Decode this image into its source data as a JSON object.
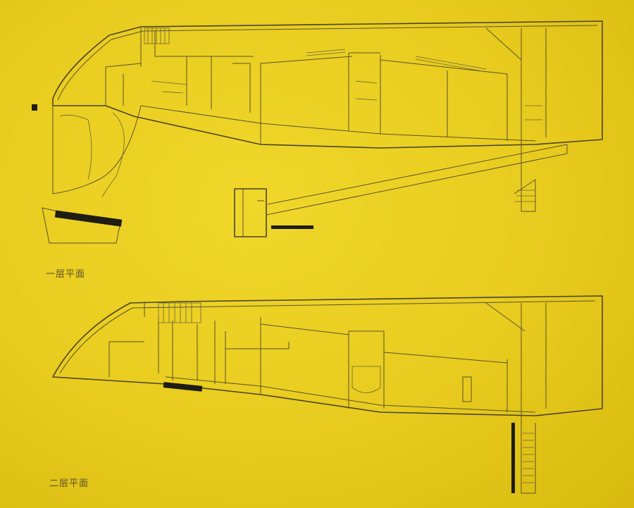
{
  "plans": [
    {
      "id": "first-floor",
      "caption": "一层平面"
    },
    {
      "id": "second-floor",
      "caption": "二层平面"
    }
  ],
  "colors": {
    "paper": "#e8cb1e",
    "ink": "#4a4426",
    "solid": "#1f1c12"
  }
}
